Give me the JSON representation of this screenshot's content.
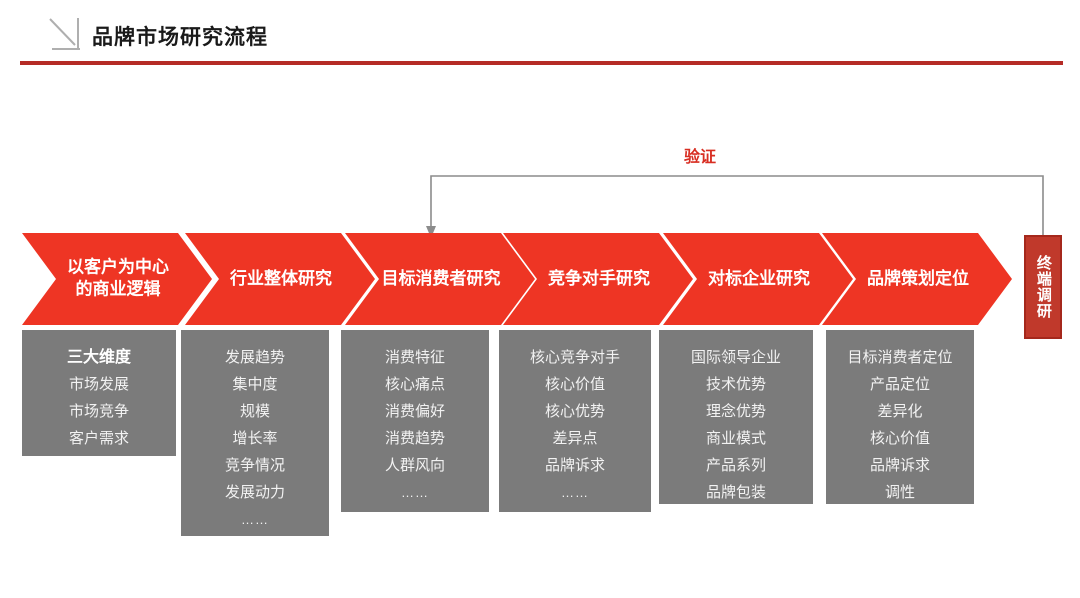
{
  "header": {
    "title": "品牌市场研究流程",
    "icon": "diagonal-arrow-icon"
  },
  "connector": {
    "label": "验证",
    "color": "#D82E22",
    "line_color": "#8C8C8C"
  },
  "colors": {
    "chevron_red": "#EE3524",
    "detail_gray": "#7B7B7B",
    "terminal_red": "#C0392B",
    "rule_red": "#B52B26"
  },
  "terminal": {
    "label": "终端调研"
  },
  "stages": [
    {
      "title": "以客户为中心\n的商业逻辑",
      "details": [
        "三大维度",
        "市场发展",
        "市场竞争",
        "客户需求"
      ],
      "bold_first": true
    },
    {
      "title": "行业整体研究",
      "details": [
        "发展趋势",
        "集中度",
        "规模",
        "增长率",
        "竞争情况",
        "发展动力",
        "……"
      ],
      "bold_first": false
    },
    {
      "title": "目标消费者研究",
      "details": [
        "消费特征",
        "核心痛点",
        "消费偏好",
        "消费趋势",
        "人群风向",
        "……"
      ],
      "bold_first": false
    },
    {
      "title": "竞争对手研究",
      "details": [
        "核心竞争对手",
        "核心价值",
        "核心优势",
        "差异点",
        "品牌诉求",
        "……"
      ],
      "bold_first": false
    },
    {
      "title": "对标企业研究",
      "details": [
        "国际领导企业",
        "技术优势",
        "理念优势",
        "商业模式",
        "产品系列",
        "品牌包装"
      ],
      "bold_first": false
    },
    {
      "title": "品牌策划定位",
      "details": [
        "目标消费者定位",
        "产品定位",
        "差异化",
        "核心价值",
        "品牌诉求",
        "调性"
      ],
      "bold_first": false
    }
  ]
}
